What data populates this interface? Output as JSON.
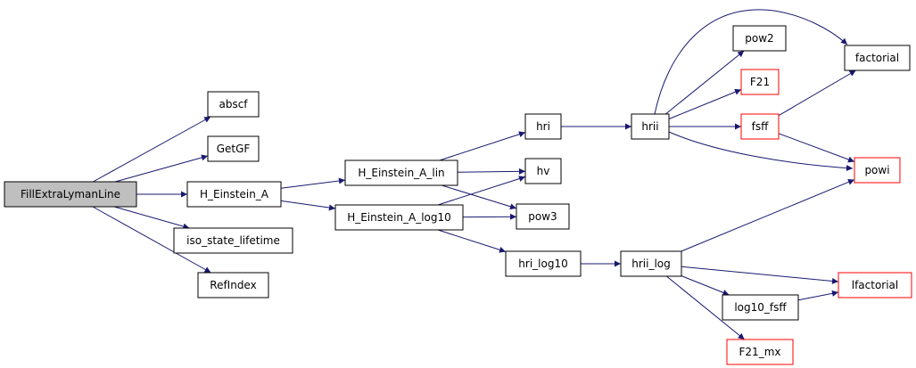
{
  "colors": {
    "edge": "#191970",
    "node_border_default": "#000000",
    "node_border_external": "#ff0000",
    "root_fill": "#bfbfbf",
    "node_fill": "#ffffff"
  },
  "nodes": [
    {
      "id": "FillExtraLymanLine",
      "label": "FillExtraLymanLine",
      "root": true,
      "external": false
    },
    {
      "id": "abscf",
      "label": "abscf",
      "root": false,
      "external": false
    },
    {
      "id": "GetGF",
      "label": "GetGF",
      "root": false,
      "external": false
    },
    {
      "id": "H_Einstein_A",
      "label": "H_Einstein_A",
      "root": false,
      "external": false
    },
    {
      "id": "iso_state_lifetime",
      "label": "iso_state_lifetime",
      "root": false,
      "external": false
    },
    {
      "id": "RefIndex",
      "label": "RefIndex",
      "root": false,
      "external": false
    },
    {
      "id": "H_Einstein_A_lin",
      "label": "H_Einstein_A_lin",
      "root": false,
      "external": false
    },
    {
      "id": "H_Einstein_A_log10",
      "label": "H_Einstein_A_log10",
      "root": false,
      "external": false
    },
    {
      "id": "hri",
      "label": "hri",
      "root": false,
      "external": false
    },
    {
      "id": "hv",
      "label": "hv",
      "root": false,
      "external": false
    },
    {
      "id": "pow3",
      "label": "pow3",
      "root": false,
      "external": false
    },
    {
      "id": "hri_log10",
      "label": "hri_log10",
      "root": false,
      "external": false
    },
    {
      "id": "hrii",
      "label": "hrii",
      "root": false,
      "external": false
    },
    {
      "id": "hrii_log",
      "label": "hrii_log",
      "root": false,
      "external": false
    },
    {
      "id": "pow2",
      "label": "pow2",
      "root": false,
      "external": false
    },
    {
      "id": "F21",
      "label": "F21",
      "root": false,
      "external": true
    },
    {
      "id": "fsff",
      "label": "fsff",
      "root": false,
      "external": true
    },
    {
      "id": "log10_fsff",
      "label": "log10_fsff",
      "root": false,
      "external": false
    },
    {
      "id": "F21_mx",
      "label": "F21_mx",
      "root": false,
      "external": true
    },
    {
      "id": "factorial",
      "label": "factorial",
      "root": false,
      "external": false
    },
    {
      "id": "powi",
      "label": "powi",
      "root": false,
      "external": true
    },
    {
      "id": "lfactorial",
      "label": "lfactorial",
      "root": false,
      "external": true
    }
  ],
  "edges": [
    {
      "from": "FillExtraLymanLine",
      "to": "abscf"
    },
    {
      "from": "FillExtraLymanLine",
      "to": "GetGF"
    },
    {
      "from": "FillExtraLymanLine",
      "to": "H_Einstein_A"
    },
    {
      "from": "FillExtraLymanLine",
      "to": "iso_state_lifetime"
    },
    {
      "from": "FillExtraLymanLine",
      "to": "RefIndex"
    },
    {
      "from": "H_Einstein_A",
      "to": "H_Einstein_A_lin"
    },
    {
      "from": "H_Einstein_A",
      "to": "H_Einstein_A_log10"
    },
    {
      "from": "H_Einstein_A_lin",
      "to": "hri"
    },
    {
      "from": "H_Einstein_A_lin",
      "to": "hv"
    },
    {
      "from": "H_Einstein_A_lin",
      "to": "pow3"
    },
    {
      "from": "H_Einstein_A_log10",
      "to": "hv"
    },
    {
      "from": "H_Einstein_A_log10",
      "to": "pow3"
    },
    {
      "from": "H_Einstein_A_log10",
      "to": "hri_log10"
    },
    {
      "from": "hri",
      "to": "hrii"
    },
    {
      "from": "hri_log10",
      "to": "hrii_log"
    },
    {
      "from": "hrii",
      "to": "factorial"
    },
    {
      "from": "hrii",
      "to": "pow2"
    },
    {
      "from": "hrii",
      "to": "F21"
    },
    {
      "from": "hrii",
      "to": "fsff"
    },
    {
      "from": "hrii",
      "to": "powi"
    },
    {
      "from": "fsff",
      "to": "factorial"
    },
    {
      "from": "fsff",
      "to": "powi"
    },
    {
      "from": "hrii_log",
      "to": "powi"
    },
    {
      "from": "hrii_log",
      "to": "lfactorial"
    },
    {
      "from": "hrii_log",
      "to": "log10_fsff"
    },
    {
      "from": "hrii_log",
      "to": "F21_mx"
    },
    {
      "from": "log10_fsff",
      "to": "lfactorial"
    }
  ]
}
